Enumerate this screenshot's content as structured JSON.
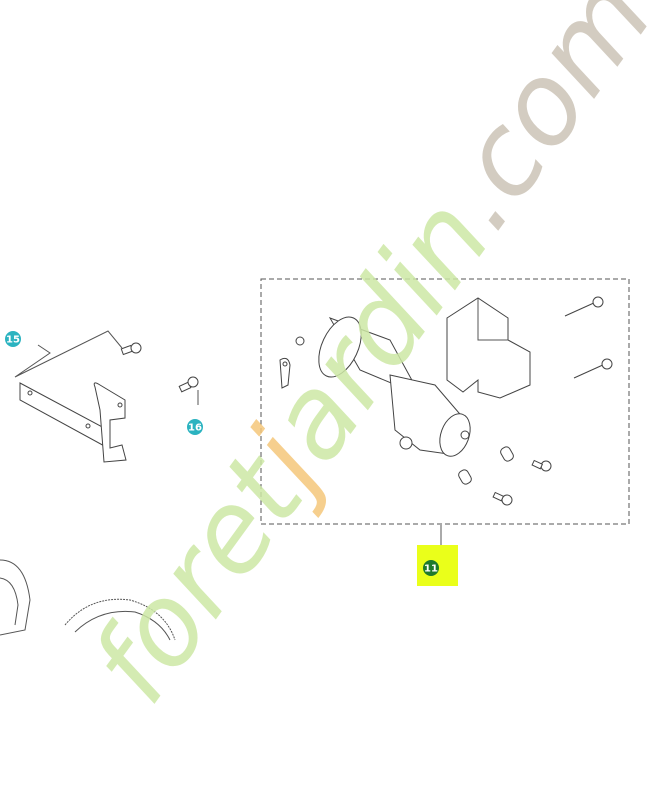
{
  "callouts": [
    {
      "label": "15",
      "color": "#2bb3c0",
      "highlighted": false
    },
    {
      "label": "16",
      "color": "#2bb3c0",
      "highlighted": false
    },
    {
      "label": "11",
      "color": "#1e7a2c",
      "highlighted": true,
      "highlight_color": "#eaff1a"
    }
  ],
  "watermark": {
    "parts": [
      {
        "text": "foret",
        "color": "#cde7a4"
      },
      {
        "text": "j",
        "color": "#f4c77a"
      },
      {
        "text": "ardin",
        "color": "#cde7a4"
      },
      {
        "text": ".com",
        "color": "#cbc3b6"
      }
    ]
  }
}
